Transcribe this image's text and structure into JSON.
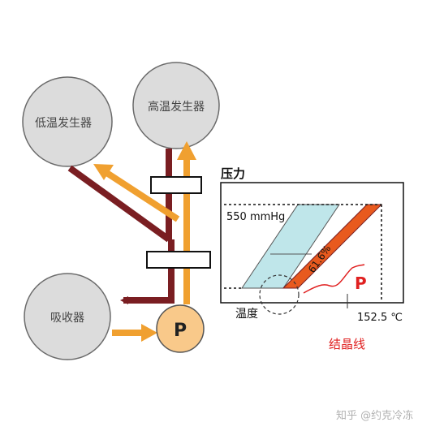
{
  "colors": {
    "vessel_fill": "#dcdcdc",
    "vessel_stroke": "#6a6a6a",
    "dark_pipe": "#7a1e22",
    "orange_pipe": "#f0a030",
    "pump_fill": "#f9c98a",
    "light_blue": "#bfe6ea",
    "orange_red": "#e85a1e",
    "crystal_red": "#e02020",
    "pump_label": "#222222"
  },
  "vessels": {
    "low_temp_generator": "低温发生器",
    "high_temp_generator": "高温发生器",
    "absorber": "吸收器"
  },
  "pump": {
    "label": "P"
  },
  "chart": {
    "y_axis_label": "压力",
    "pressure_label": "550 mmHg",
    "concentration_label": "61.6%",
    "x_axis_label": "温度",
    "temperature_label": "152.5 ℃",
    "point_label": "P",
    "crystal_line_label": "结晶线"
  },
  "watermark": "知乎 @约克冷冻"
}
